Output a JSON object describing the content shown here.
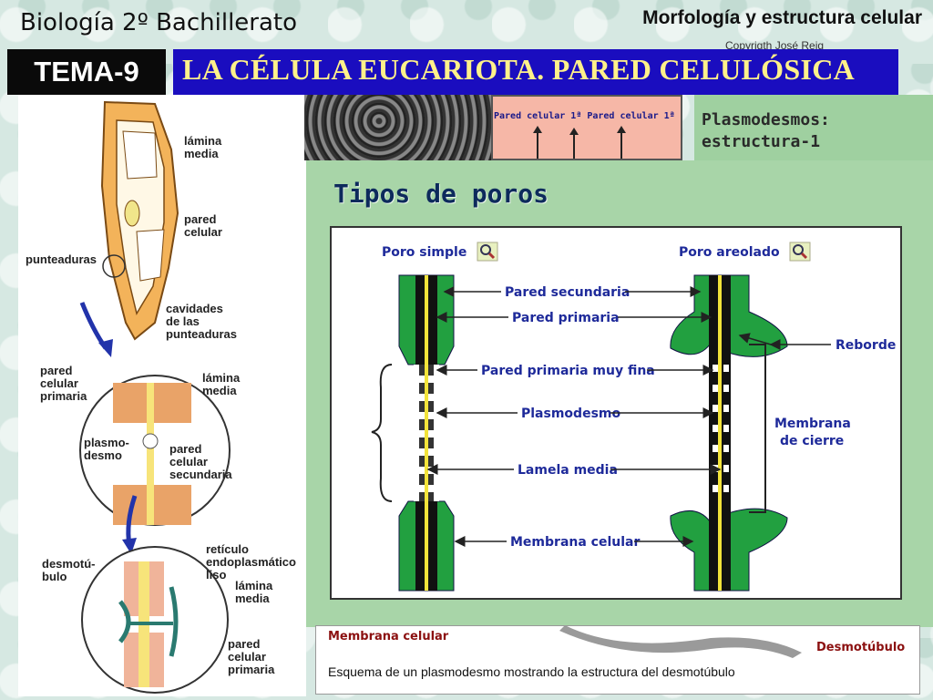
{
  "header": {
    "course": "Biología 2º Bachillerato",
    "topic": "Morfología y estructura celular",
    "copyright": "Copyrigth José Reig",
    "tema": "TEMA-9",
    "title": "LA CÉLULA EUCARIOTA. PARED CELULÓSICA"
  },
  "left_diagram": {
    "labels": {
      "lamina_media_1": "lámina\nmedia",
      "pared_celular": "pared\ncelular",
      "punteaduras": "punteaduras",
      "cavidades": "cavidades\nde las\npunteaduras",
      "pared_primaria": "pared\ncelular\nprimaria",
      "lamina_media_2": "lámina\nmedia",
      "plasmodesmo": "plasmo-\ndesmo",
      "pared_secundaria": "pared\ncelular\nsecundaria",
      "desmotubulo": "desmotú-\nbulo",
      "reticulo": "retículo\nendoplasmático\nliso",
      "lamina_media_3": "lámina\nmedia",
      "pared_primaria_2": "pared\ncelular\nprimaria"
    }
  },
  "top_strip": {
    "pink_text": "Pared celular 1ª Pared celular 1ª",
    "plasmodesmos_title_line1": "Plasmodesmos:",
    "plasmodesmos_title_line2": "estructura-1"
  },
  "main_panel": {
    "title": "Tipos de poros",
    "poro_simple": "Poro simple",
    "poro_areolado": "Poro areolado",
    "labels": {
      "pared_secundaria": "Pared secundaria",
      "pared_primaria": "Pared primaria",
      "pared_primaria_fina": "Pared primaria muy fina",
      "plasmodesmo": "Plasmodesmo",
      "lamela_media": "Lamela media",
      "membrana_celular": "Membrana celular",
      "reborde": "Reborde",
      "membrana_cierre_1": "Membrana",
      "membrana_cierre_2": "de cierre"
    }
  },
  "bottom_panel": {
    "membrana_celular": "Membrana celular",
    "desmotubulo": "Desmotúbulo",
    "caption": "Esquema de un plasmodesmo mostrando la estructura del desmotúbulo"
  },
  "colors": {
    "title_bar": "#1a0dbf",
    "title_text": "#fff18a",
    "panel_green": "#a8d5a8",
    "wall_green": "#22a040",
    "label_blue": "#1e2a9a"
  }
}
